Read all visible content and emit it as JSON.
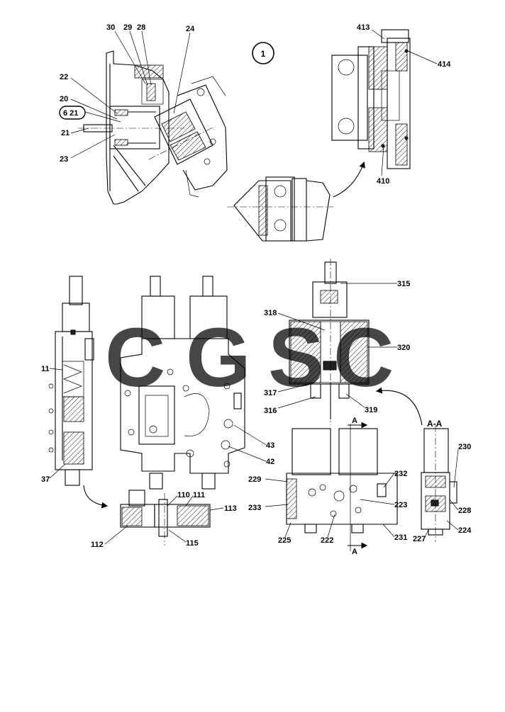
{
  "sheet_marker": "1",
  "section_label": "A-A",
  "section_arrow_label": "A",
  "watermark": {
    "letters": [
      "C",
      "G",
      "S",
      "C"
    ],
    "colors": [
      "#4f8ef5",
      "#f0705f",
      "#fbd04a",
      "#38a874"
    ]
  },
  "callouts": {
    "c30": "30",
    "c29": "29",
    "c28": "28",
    "c24": "24",
    "c22": "22",
    "c20": "20",
    "c621": "6 21",
    "c21": "21",
    "c23": "23",
    "c413": "413",
    "c414": "414",
    "c410": "410",
    "c315": "315",
    "c318": "318",
    "c320": "320",
    "c317": "317",
    "c316": "316",
    "c319": "319",
    "c11": "11",
    "c37": "37",
    "c43": "43",
    "c42": "42",
    "c110": "110",
    "c111": "111",
    "c113": "113",
    "c112": "112",
    "c115": "115",
    "c229": "229",
    "c233": "233",
    "c225": "225",
    "c222": "222",
    "c223": "223",
    "c232": "232",
    "c231": "231",
    "c230": "230",
    "c228": "228",
    "c227": "227",
    "c224": "224"
  }
}
